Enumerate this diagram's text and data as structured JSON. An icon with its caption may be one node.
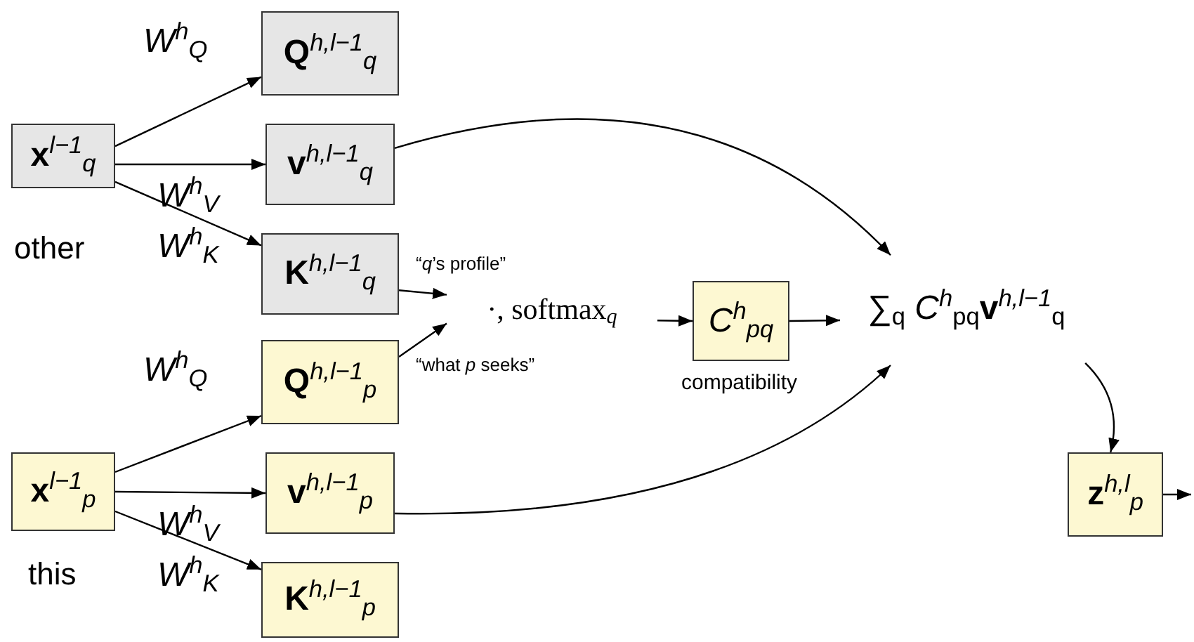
{
  "diagram": {
    "nodes": [
      {
        "text": [
          "**x**$^{l−1}$$_{q}$"
        ],
        "beside": [
          "other"
        ]
      },
      {
        "text": [
          "**Q**$^{h,l−1}$$_{q}$"
        ]
      },
      {
        "text": [
          "**v**$^{h,l−1}$$_{q}$"
        ]
      },
      {
        "text": [
          "**K**$^{h,l−1}$$_{q}$"
        ]
      },
      {
        "text": [
          "**x**$^{l−1}$$_{p}$"
        ],
        "beside": [
          "this"
        ]
      },
      {
        "text": [
          "**Q**$^{h,l−1}$$_{p}$"
        ]
      },
      {
        "text": [
          "**v**$^{h,l−1}$$_{p}$"
        ]
      },
      {
        "text": [
          "**K**$^{h,l−1}$$_{p}$"
        ]
      },
      {
        "text": [
          "·, softmax$_{q}$"
        ]
      },
      {
        "text": [
          "*C*$^{h}$$_{pq}$"
        ],
        "beside": [
          "compatibility"
        ]
      },
      {
        "text": [
          "∑$_{q}$ *C*$^{h}$$_{pq}$**v**$^{h,l−1}$$_{q}$"
        ]
      },
      {
        "text": [
          "**z**$^{h,l}$$_{p}$"
        ]
      }
    ],
    "edges": [
      {
        "from": 0,
        "to": 1,
        "arrow": "to",
        "label": "W$^{h}$$_{Q}$"
      },
      {
        "from": 0,
        "to": 2,
        "arrow": "to",
        "label": "W$^{h}$$_{V}$"
      },
      {
        "from": 0,
        "to": 3,
        "arrow": "to",
        "label": "W$^{h}$$_{K}$"
      },
      {
        "from": 4,
        "to": 5,
        "arrow": "to",
        "label": "W$^{h}$$_{Q}$"
      },
      {
        "from": 4,
        "to": 6,
        "arrow": "to",
        "label": "W$^{h}$$_{V}$"
      },
      {
        "from": 4,
        "to": 7,
        "arrow": "to",
        "label": "W$^{h}$$_{K}$"
      },
      {
        "from": 3,
        "to": 8,
        "arrow": "to",
        "label": "“*q*’s profile”"
      },
      {
        "from": 5,
        "to": 8,
        "arrow": "to",
        "label": "“what *p* seeks”"
      },
      {
        "from": 8,
        "to": 9,
        "arrow": "to"
      },
      {
        "from": 9,
        "to": 10,
        "arrow": "to"
      },
      {
        "from": 2,
        "to": 10,
        "arrow": "to"
      },
      {
        "from": 6,
        "to": 10,
        "arrow": "to"
      },
      {
        "from": 10,
        "to": 11,
        "arrow": "to"
      },
      {
        "from": 11,
        "to": null,
        "arrow": "to"
      }
    ]
  }
}
